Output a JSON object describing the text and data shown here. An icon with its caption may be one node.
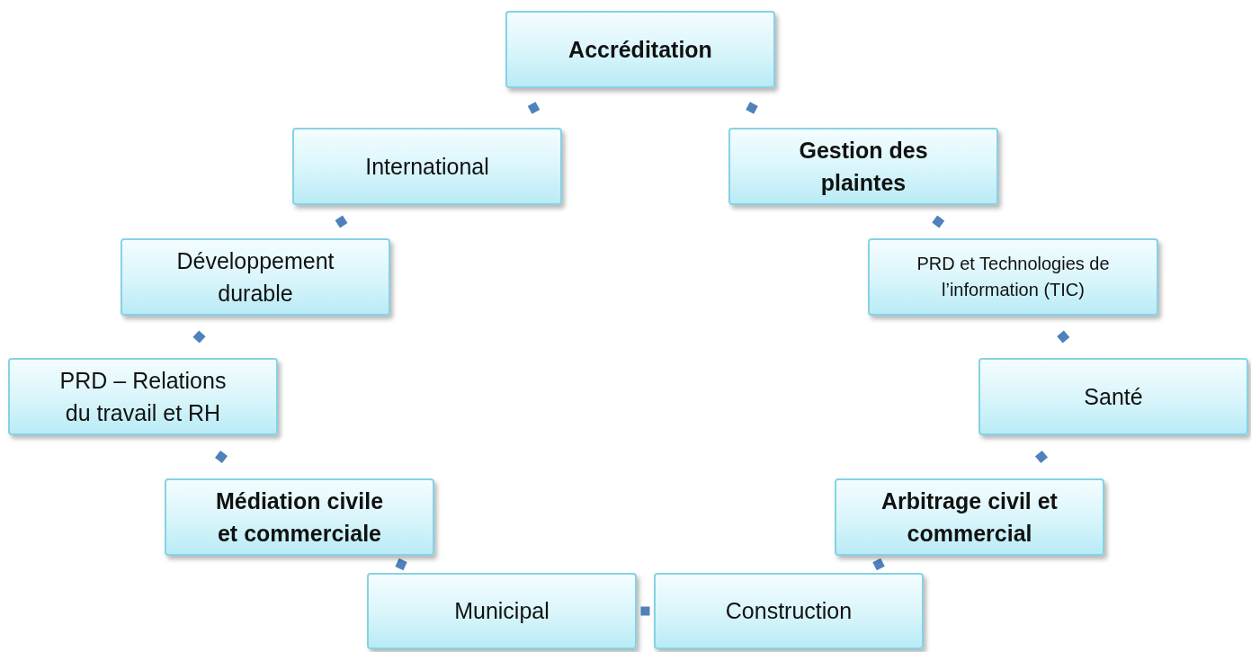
{
  "diagram": {
    "nodes": [
      {
        "text": [
          "Accréditation"
        ]
      },
      {
        "text": [
          "Gestion des plaintes"
        ]
      },
      {
        "text": [
          "PRD et Technologies de l’information (TIC)"
        ]
      },
      {
        "text": [
          "Santé"
        ]
      },
      {
        "text": [
          "Arbitrage civil et commercial"
        ]
      },
      {
        "text": [
          "Construction"
        ]
      },
      {
        "text": [
          "Municipal"
        ]
      },
      {
        "text": [
          "Médiation civile et commerciale"
        ]
      },
      {
        "text": [
          "PRD – Relations du travail et RH"
        ]
      },
      {
        "text": [
          "Développement durable"
        ]
      },
      {
        "text": [
          "International"
        ]
      }
    ],
    "edges": [
      {
        "from": 0,
        "to": 1,
        "arrow": "none"
      },
      {
        "from": 1,
        "to": 2,
        "arrow": "none"
      },
      {
        "from": 2,
        "to": 3,
        "arrow": "none"
      },
      {
        "from": 3,
        "to": 4,
        "arrow": "none"
      },
      {
        "from": 4,
        "to": 5,
        "arrow": "none"
      },
      {
        "from": 5,
        "to": 6,
        "arrow": "none"
      },
      {
        "from": 6,
        "to": 7,
        "arrow": "none"
      },
      {
        "from": 7,
        "to": 8,
        "arrow": "none"
      },
      {
        "from": 8,
        "to": 9,
        "arrow": "none"
      },
      {
        "from": 9,
        "to": 10,
        "arrow": "none"
      },
      {
        "from": 10,
        "to": 0,
        "arrow": "none"
      }
    ]
  }
}
